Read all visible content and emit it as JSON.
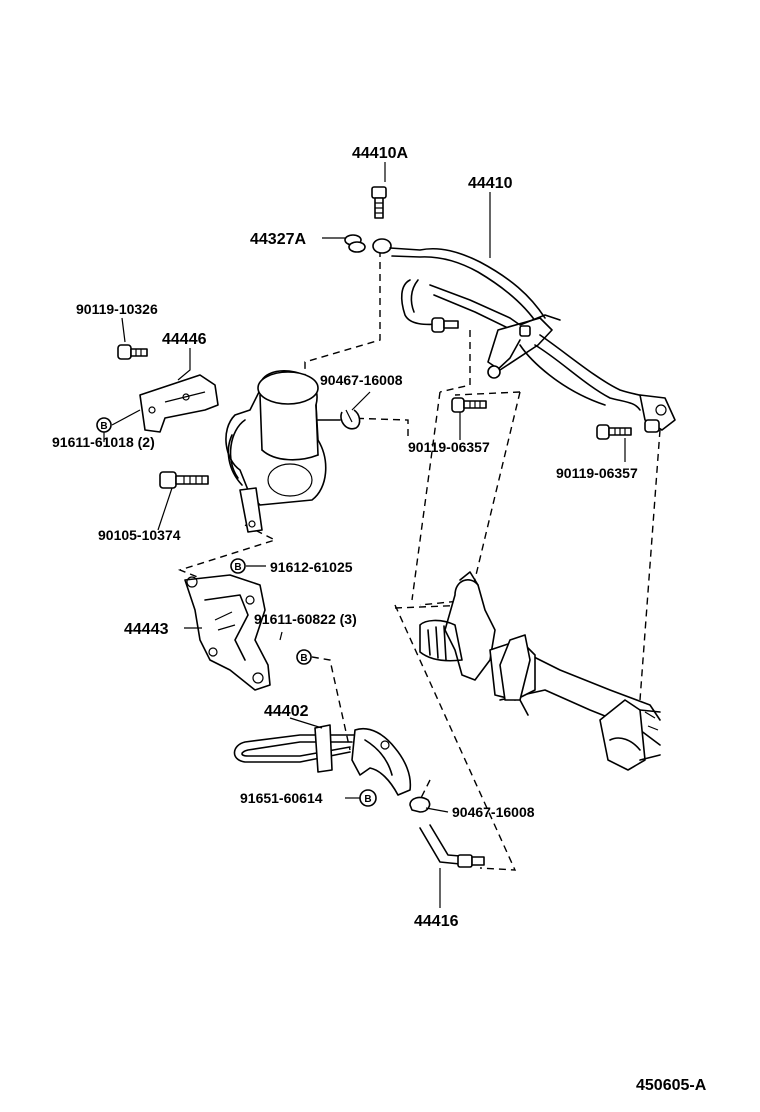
{
  "labels": {
    "p44410A": "44410A",
    "p44410": "44410",
    "p44327A": "44327A",
    "p90119_10326": "90119-10326",
    "p44446": "44446",
    "p91611_61018": "91611-61018 (2)",
    "p90467_16008_a": "90467-16008",
    "p90119_06357_a": "90119-06357",
    "p90119_06357_b": "90119-06357",
    "p90105_10374": "90105-10374",
    "p91612_61025": "91612-61025",
    "p44443": "44443",
    "p91611_60822": "91611-60822 (3)",
    "p44402": "44402",
    "p91651_60614": "91651-60614",
    "p90467_16008_b": "90467-16008",
    "p44416": "44416",
    "figure_code": "450605-A"
  },
  "badge_letter": "B",
  "icons": [
    "bolt-icon",
    "clamp-icon",
    "b-washer-badge-icon",
    "power-steering-pump-icon",
    "steering-gear-rack-icon",
    "pressure-hose-icon",
    "bracket-icon",
    "return-tube-icon"
  ]
}
